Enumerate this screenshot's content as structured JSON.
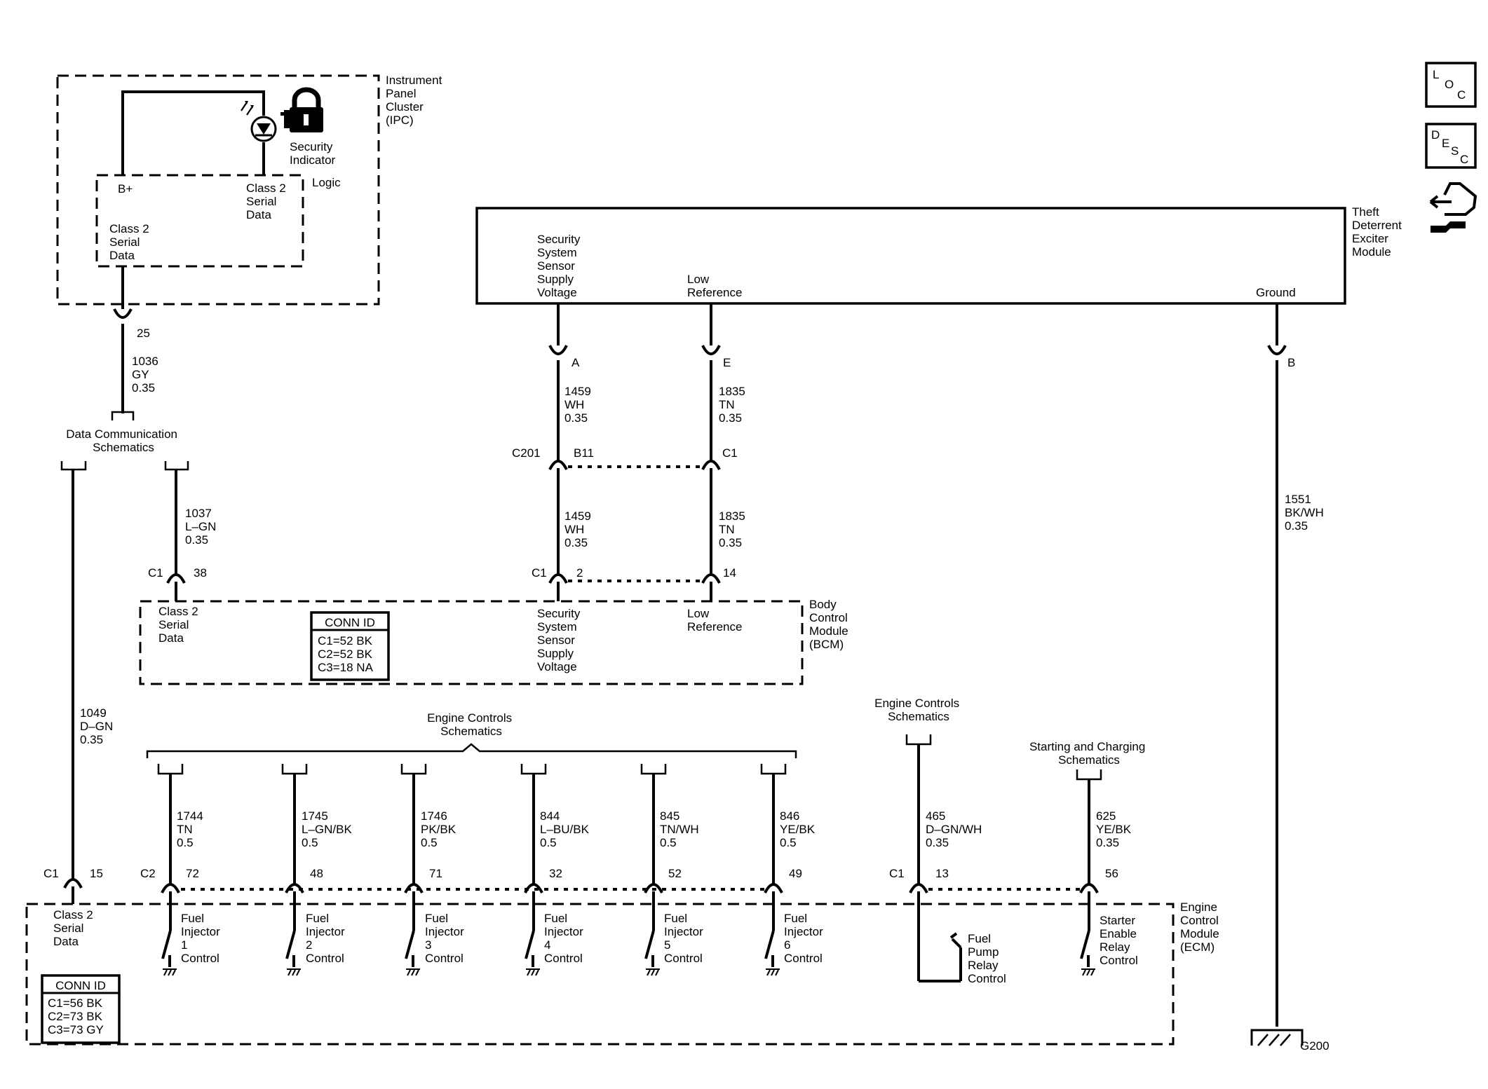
{
  "ipc": {
    "name": [
      "Instrument",
      "Panel",
      "Cluster",
      "(IPC)"
    ],
    "security_indicator": [
      "Security",
      "Indicator"
    ],
    "logic": "Logic",
    "b_plus": "B+",
    "class2_right": [
      "Class 2",
      "Serial",
      "Data"
    ],
    "class2_left": [
      "Class 2",
      "Serial",
      "Data"
    ],
    "pin": "25",
    "wire": [
      "1036",
      "GY",
      "0.35"
    ]
  },
  "data_comm": {
    "label": [
      "Data Communication",
      "Schematics"
    ],
    "wire_1037": [
      "1037",
      "L–GN",
      "0.35"
    ],
    "wire_1049": [
      "1049",
      "D–GN",
      "0.35"
    ]
  },
  "tdem": {
    "name": [
      "Theft",
      "Deterrent",
      "Exciter",
      "Module"
    ],
    "supply": [
      "Security",
      "System",
      "Sensor",
      "Supply",
      "Voltage"
    ],
    "low_ref": [
      "Low",
      "Reference"
    ],
    "ground": "Ground",
    "pin_a": "A",
    "pin_e": "E",
    "pin_b": "B"
  },
  "inline": {
    "c201": "C201",
    "b11": "B11",
    "c1": "C1",
    "wire_1459": [
      "1459",
      "WH",
      "0.35"
    ],
    "wire_1835": [
      "1835",
      "TN",
      "0.35"
    ],
    "wire_1551": [
      "1551",
      "BK/WH",
      "0.35"
    ]
  },
  "bcm": {
    "name": [
      "Body",
      "Control",
      "Module",
      "(BCM)"
    ],
    "c1_a": "C1",
    "pin_38": "38",
    "c1_b": "C1",
    "pin_2": "2",
    "pin_14": "14",
    "class2": [
      "Class 2",
      "Serial",
      "Data"
    ],
    "supply": [
      "Security",
      "System",
      "Sensor",
      "Supply",
      "Voltage"
    ],
    "low_ref": [
      "Low",
      "Reference"
    ],
    "conn_title": "CONN ID",
    "conn_rows": [
      "C1=52 BK",
      "C2=52 BK",
      "C3=18 NA"
    ]
  },
  "engine_controls_top": [
    "Engine Controls",
    "Schematics"
  ],
  "engine_controls_right": [
    "Engine Controls",
    "Schematics"
  ],
  "starting_charging": [
    "Starting and Charging",
    "Schematics"
  ],
  "injector_wires": [
    {
      "circuit": "1744",
      "color": "TN",
      "gauge": "0.5",
      "pin": "72"
    },
    {
      "circuit": "1745",
      "color": "L–GN/BK",
      "gauge": "0.5",
      "pin": "48"
    },
    {
      "circuit": "1746",
      "color": "PK/BK",
      "gauge": "0.5",
      "pin": "71"
    },
    {
      "circuit": "844",
      "color": "L–BU/BK",
      "gauge": "0.5",
      "pin": "32"
    },
    {
      "circuit": "845",
      "color": "TN/WH",
      "gauge": "0.5",
      "pin": "52"
    },
    {
      "circuit": "846",
      "color": "YE/BK",
      "gauge": "0.5",
      "pin": "49"
    }
  ],
  "fuel_pump_wire": {
    "circuit": "465",
    "color": "D–GN/WH",
    "gauge": "0.35",
    "pin": "13"
  },
  "starter_wire": {
    "circuit": "625",
    "color": "YE/BK",
    "gauge": "0.35",
    "pin": "56"
  },
  "ecm": {
    "name": [
      "Engine",
      "Control",
      "Module",
      "(ECM)"
    ],
    "c1_left": "C1",
    "pin_15": "15",
    "c2": "C2",
    "c1_right": "C1",
    "class2": [
      "Class 2",
      "Serial",
      "Data"
    ],
    "injectors": [
      [
        "Fuel",
        "Injector",
        "1",
        "Control"
      ],
      [
        "Fuel",
        "Injector",
        "2",
        "Control"
      ],
      [
        "Fuel",
        "Injector",
        "3",
        "Control"
      ],
      [
        "Fuel",
        "Injector",
        "4",
        "Control"
      ],
      [
        "Fuel",
        "Injector",
        "5",
        "Control"
      ],
      [
        "Fuel",
        "Injector",
        "6",
        "Control"
      ]
    ],
    "fuel_pump": [
      "Fuel",
      "Pump",
      "Relay",
      "Control"
    ],
    "starter": [
      "Starter",
      "Enable",
      "Relay",
      "Control"
    ],
    "conn_title": "CONN ID",
    "conn_rows": [
      "C1=56 BK",
      "C2=73 BK",
      "C3=73 GY"
    ]
  },
  "ground_label": "G200",
  "side_icons": {
    "loc": [
      "L",
      "O",
      "C"
    ],
    "desc": [
      "D",
      "E",
      "S",
      "C"
    ]
  }
}
